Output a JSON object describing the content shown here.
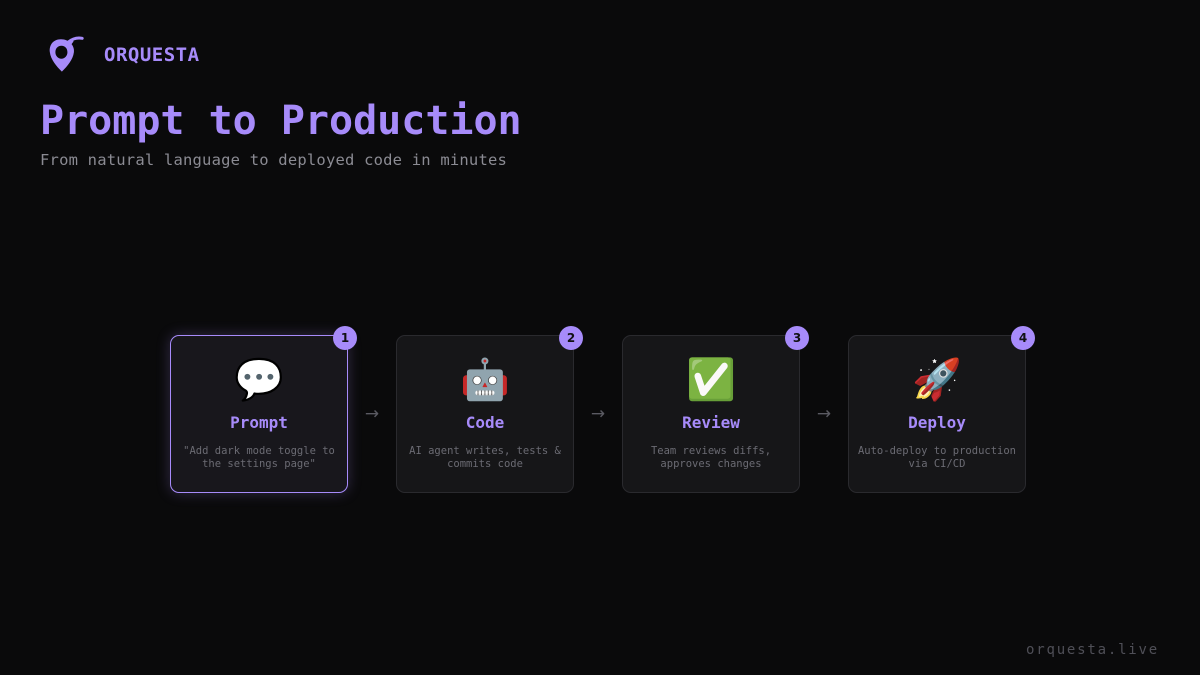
{
  "brand": {
    "name": "ORQUESTA",
    "logo_icon": "orquesta-logo-icon",
    "accent": "#a78bfa"
  },
  "header": {
    "title": "Prompt to Production",
    "subtitle": "From natural language to deployed code in minutes"
  },
  "steps": [
    {
      "number": "1",
      "icon": "💬",
      "icon_name": "speech-bubble-icon",
      "label": "Prompt",
      "description": "\"Add dark mode toggle to the settings page\"",
      "active": true
    },
    {
      "number": "2",
      "icon": "🤖",
      "icon_name": "robot-icon",
      "label": "Code",
      "description": "AI agent writes, tests & commits code",
      "active": false
    },
    {
      "number": "3",
      "icon": "✅",
      "icon_name": "check-mark-icon",
      "label": "Review",
      "description": "Team reviews diffs, approves changes",
      "active": false
    },
    {
      "number": "4",
      "icon": "🚀",
      "icon_name": "rocket-icon",
      "label": "Deploy",
      "description": "Auto-deploy to production via CI/CD",
      "active": false
    }
  ],
  "arrow_symbol": "→",
  "footer": {
    "url": "orquesta.live"
  }
}
